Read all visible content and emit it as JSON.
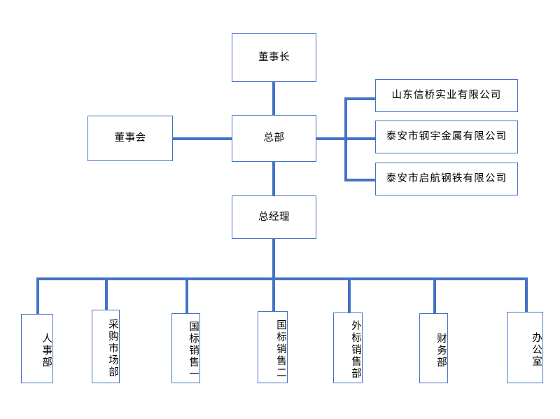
{
  "chart_data": {
    "type": "diagram",
    "diagram_type": "organizational-chart",
    "title": "",
    "orientation": "top-down",
    "accent_color": "#4472C4",
    "box_border_color": "#4472C4",
    "background_color": "#FFFFFF",
    "text_color": "#000000",
    "nodes": [
      {
        "id": "chairman",
        "label": "董事长",
        "level": 0,
        "text_direction": "horizontal"
      },
      {
        "id": "board",
        "label": "董事会",
        "level": 1,
        "text_direction": "horizontal"
      },
      {
        "id": "headquarters",
        "label": "总部",
        "level": 1,
        "text_direction": "horizontal"
      },
      {
        "id": "sub1",
        "label": "山东信桥实业有限公司",
        "level": 2,
        "text_direction": "horizontal"
      },
      {
        "id": "sub2",
        "label": "泰安市钢宇金属有限公司",
        "level": 2,
        "text_direction": "horizontal"
      },
      {
        "id": "sub3",
        "label": "泰安市启航钢铁有限公司",
        "level": 2,
        "text_direction": "horizontal"
      },
      {
        "id": "gm",
        "label": "总经理",
        "level": 2,
        "text_direction": "horizontal"
      },
      {
        "id": "dept1",
        "label": "人事部",
        "level": 3,
        "text_direction": "vertical"
      },
      {
        "id": "dept2",
        "label": "采购市场部",
        "level": 3,
        "text_direction": "vertical"
      },
      {
        "id": "dept3",
        "label": "国标销售一",
        "level": 3,
        "text_direction": "vertical"
      },
      {
        "id": "dept4",
        "label": "国标销售二",
        "level": 3,
        "text_direction": "vertical"
      },
      {
        "id": "dept5",
        "label": "外标销售部",
        "level": 3,
        "text_direction": "vertical"
      },
      {
        "id": "dept6",
        "label": "财务部",
        "level": 3,
        "text_direction": "vertical"
      },
      {
        "id": "dept7",
        "label": "办公室",
        "level": 3,
        "text_direction": "vertical"
      }
    ],
    "edges": [
      {
        "from": "chairman",
        "to": "headquarters",
        "style": "straight-vertical"
      },
      {
        "from": "board",
        "to": "headquarters",
        "style": "straight-horizontal"
      },
      {
        "from": "headquarters",
        "to": "sub1",
        "style": "elbow-right"
      },
      {
        "from": "headquarters",
        "to": "sub2",
        "style": "elbow-right"
      },
      {
        "from": "headquarters",
        "to": "sub3",
        "style": "elbow-right"
      },
      {
        "from": "headquarters",
        "to": "gm",
        "style": "straight-vertical"
      },
      {
        "from": "gm",
        "to": "dept1",
        "style": "bus-down"
      },
      {
        "from": "gm",
        "to": "dept2",
        "style": "bus-down"
      },
      {
        "from": "gm",
        "to": "dept3",
        "style": "bus-down"
      },
      {
        "from": "gm",
        "to": "dept4",
        "style": "bus-down"
      },
      {
        "from": "gm",
        "to": "dept5",
        "style": "bus-down"
      },
      {
        "from": "gm",
        "to": "dept6",
        "style": "bus-down"
      },
      {
        "from": "gm",
        "to": "dept7",
        "style": "bus-down"
      }
    ]
  },
  "org": {
    "chairman": {
      "label": "董事长"
    },
    "board": {
      "label": "董事会"
    },
    "headquarters": {
      "label": "总部"
    },
    "general_manager": {
      "label": "总经理"
    },
    "subsidiaries": [
      {
        "label": "山东信桥实业有限公司"
      },
      {
        "label": "泰安市钢宇金属有限公司"
      },
      {
        "label": "泰安市启航钢铁有限公司"
      }
    ],
    "departments": [
      {
        "label": "人事部"
      },
      {
        "label": "采购市场部"
      },
      {
        "label": "国标销售一"
      },
      {
        "label": "国标销售二"
      },
      {
        "label": "外标销售部"
      },
      {
        "label": "财务部"
      },
      {
        "label": "办公室"
      }
    ]
  }
}
